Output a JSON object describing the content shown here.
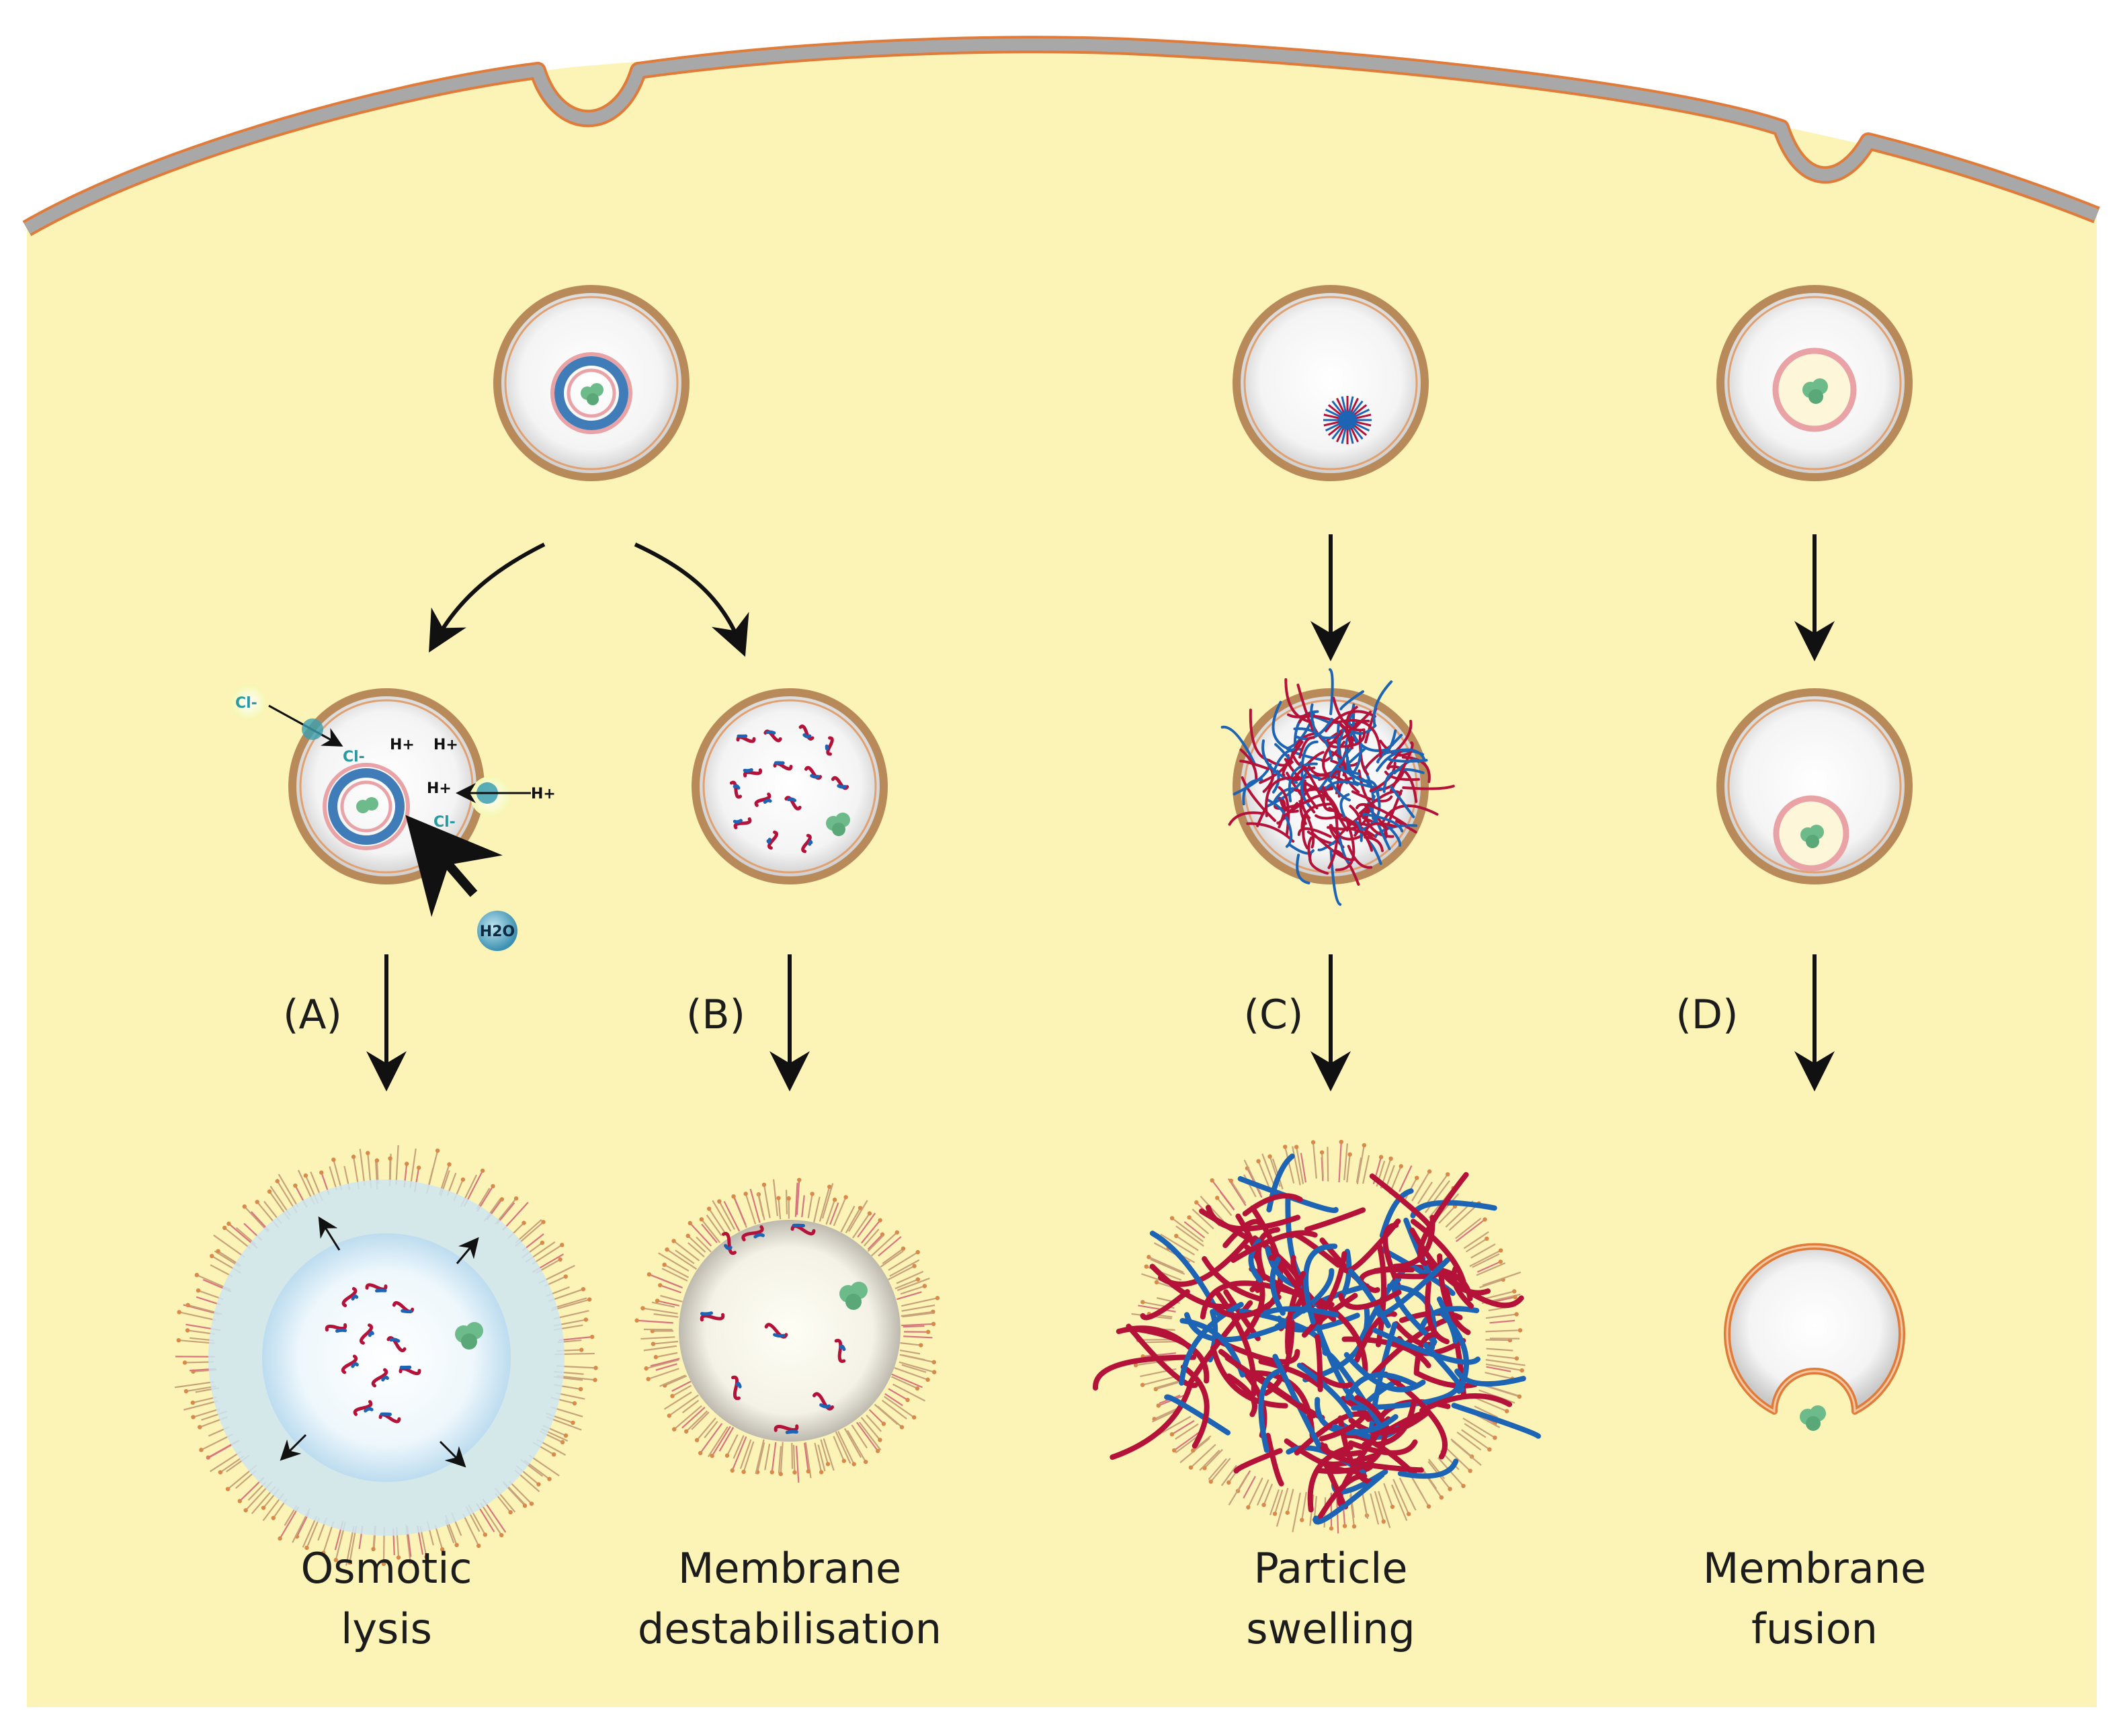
{
  "panels": [
    {
      "label": "(A)",
      "caption_line1": "Osmotic",
      "caption_line2": "lysis"
    },
    {
      "label": "(B)",
      "caption_line1": "Membrane",
      "caption_line2": "destabilisation"
    },
    {
      "label": "(C)",
      "caption_line1": "Particle",
      "caption_line2": "swelling"
    },
    {
      "label": "(D)",
      "caption_line1": "Membrane",
      "caption_line2": "fusion"
    }
  ],
  "ions": {
    "chloride": "Cl-",
    "proton": "H+",
    "water": "H2O"
  },
  "colors": {
    "cytoplasm": "#fcf3b6",
    "cell_membrane": "#a8a8a8",
    "membrane_edge": "#e07b3a",
    "endosome_edge": "#b88a5a",
    "polymer_red": "#b5123a",
    "polymer_blue": "#1e64b4",
    "cargo_green": "#6dbb8a"
  }
}
